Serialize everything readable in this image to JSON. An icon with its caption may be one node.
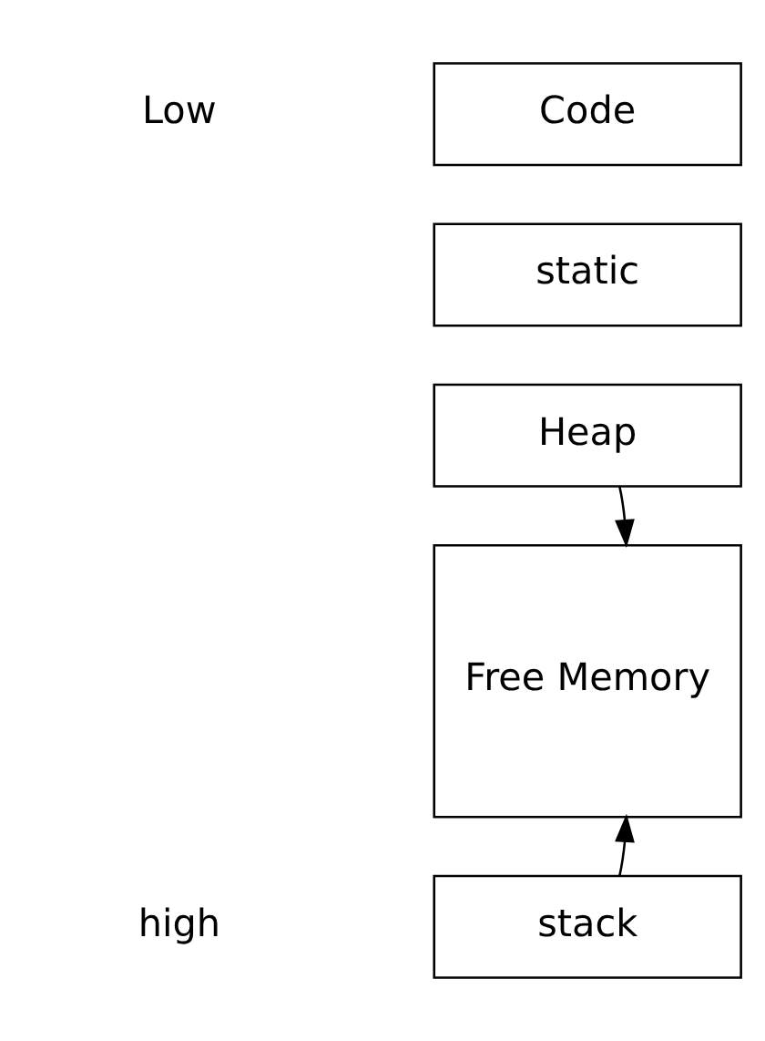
{
  "diagram": {
    "nodes": [
      {
        "text": [
          "Code"
        ]
      },
      {
        "text": [
          "static"
        ]
      },
      {
        "text": [
          "Heap"
        ]
      },
      {
        "text": [
          "Free Memory"
        ]
      },
      {
        "text": [
          "stack"
        ]
      }
    ],
    "edges": [
      {
        "from": 2,
        "to": 3,
        "arrow": "to"
      },
      {
        "from": 4,
        "to": 3,
        "arrow": "to"
      }
    ],
    "labels": [
      "Low",
      "high"
    ]
  }
}
